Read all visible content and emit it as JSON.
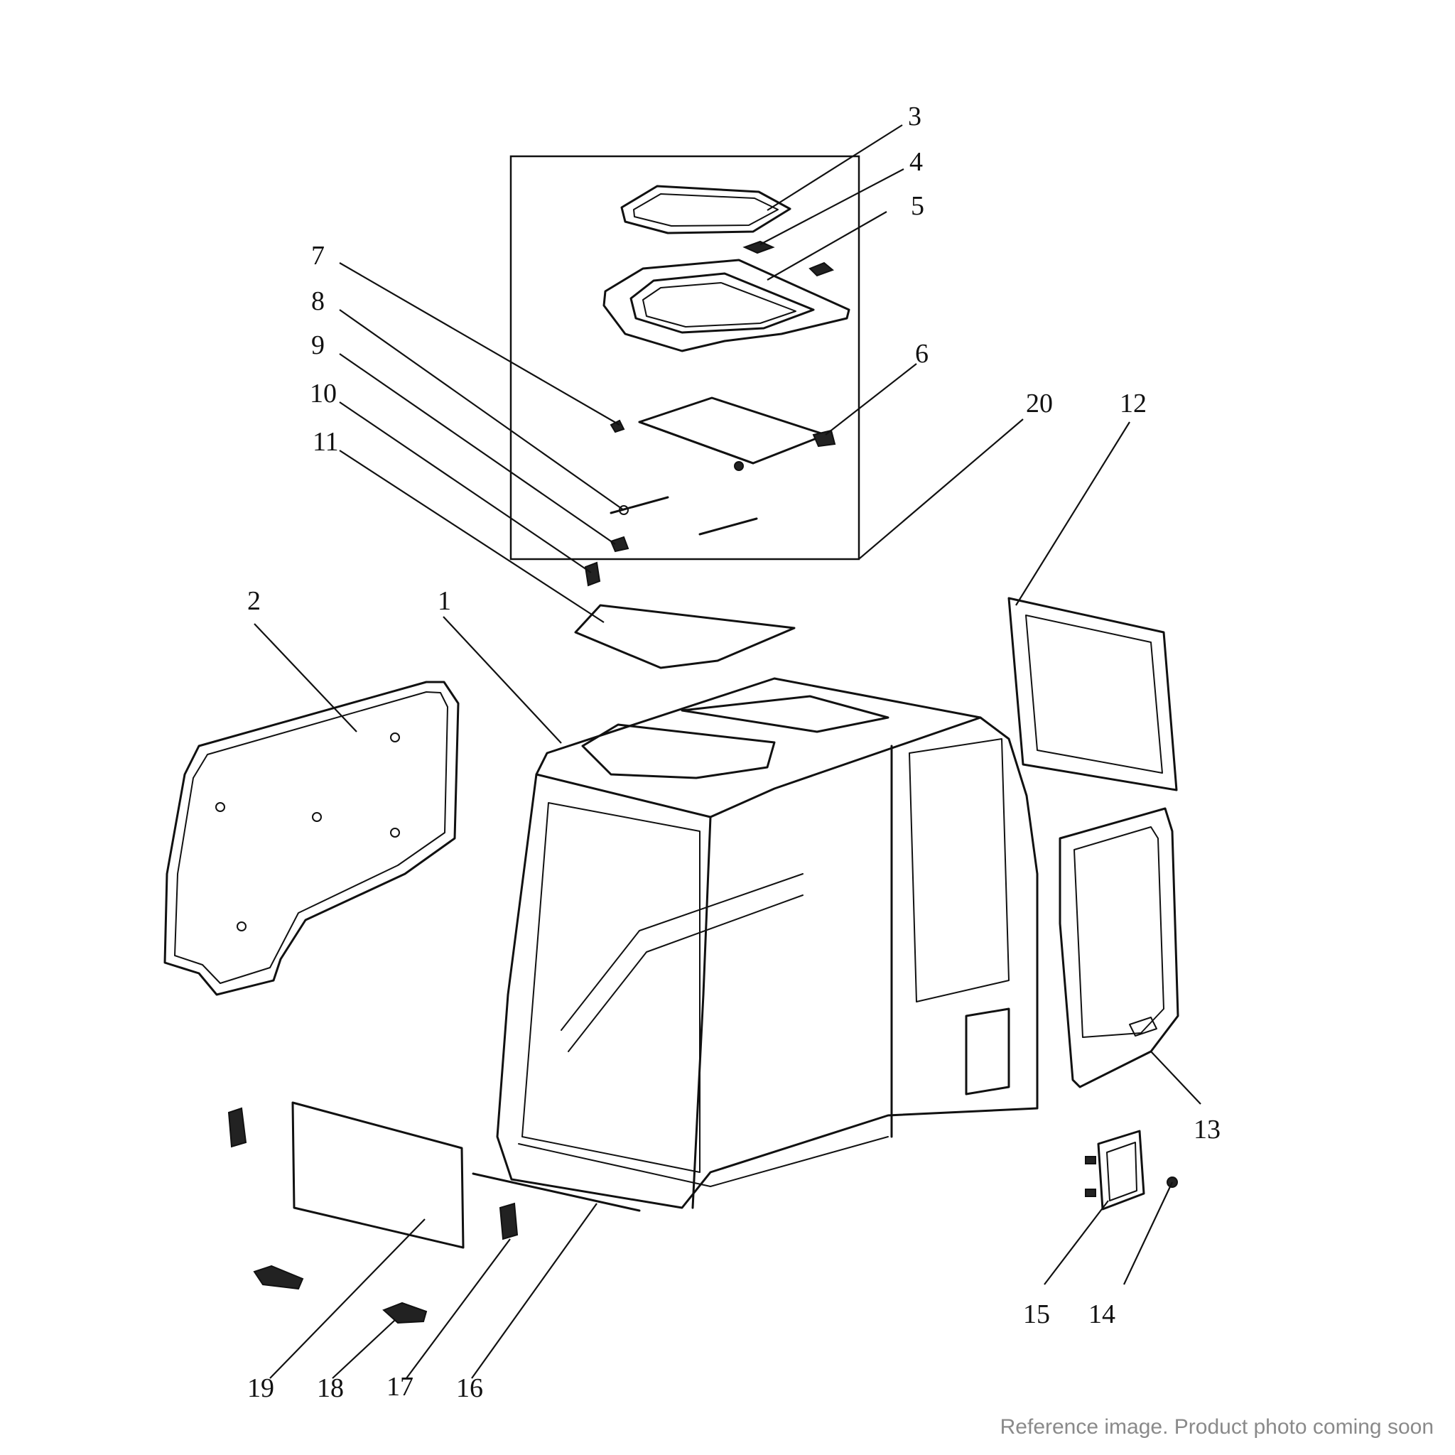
{
  "callouts": [
    {
      "id": "1",
      "label": "1"
    },
    {
      "id": "2",
      "label": "2"
    },
    {
      "id": "3",
      "label": "3"
    },
    {
      "id": "4",
      "label": "4"
    },
    {
      "id": "5",
      "label": "5"
    },
    {
      "id": "6",
      "label": "6"
    },
    {
      "id": "7",
      "label": "7"
    },
    {
      "id": "8",
      "label": "8"
    },
    {
      "id": "9",
      "label": "9"
    },
    {
      "id": "10",
      "label": "10"
    },
    {
      "id": "11",
      "label": "11"
    },
    {
      "id": "12",
      "label": "12"
    },
    {
      "id": "13",
      "label": "13"
    },
    {
      "id": "14",
      "label": "14"
    },
    {
      "id": "15",
      "label": "15"
    },
    {
      "id": "16",
      "label": "16"
    },
    {
      "id": "17",
      "label": "17"
    },
    {
      "id": "18",
      "label": "18"
    },
    {
      "id": "19",
      "label": "19"
    },
    {
      "id": "20",
      "label": "20"
    }
  ],
  "watermark": "Reference image. Product photo coming soon"
}
